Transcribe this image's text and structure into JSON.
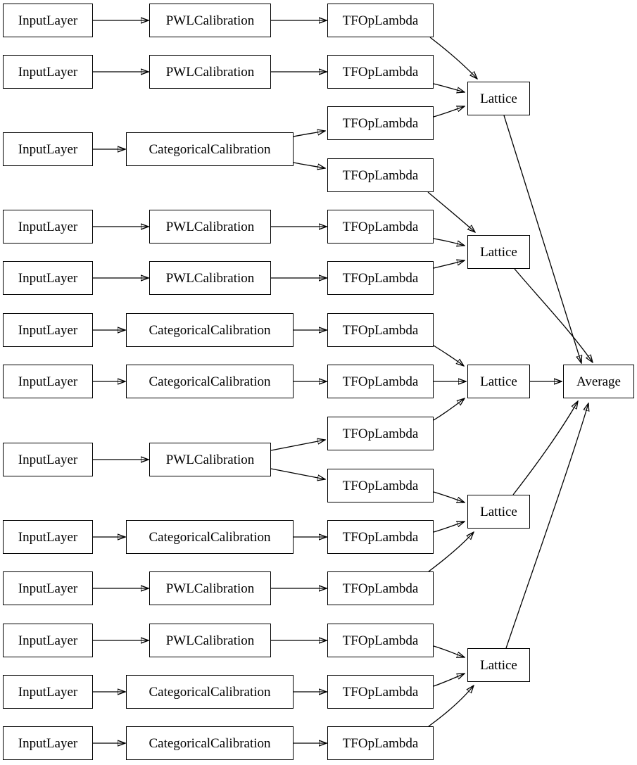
{
  "diagram": {
    "kind": "model-graph",
    "background": "#ffffff",
    "colors": {
      "node_border": "#000000",
      "edge": "#000000",
      "text": "#000000"
    }
  },
  "nodes": [
    {
      "id": "input_1",
      "label": "InputLayer"
    },
    {
      "id": "pwl_calib_1",
      "label": "PWLCalibration"
    },
    {
      "id": "tfop_1",
      "label": "TFOpLambda"
    },
    {
      "id": "input_2",
      "label": "InputLayer"
    },
    {
      "id": "pwl_calib_2",
      "label": "PWLCalibration"
    },
    {
      "id": "tfop_2",
      "label": "TFOpLambda"
    },
    {
      "id": "tfop_3",
      "label": "TFOpLambda"
    },
    {
      "id": "input_3",
      "label": "InputLayer"
    },
    {
      "id": "cat_calib_3",
      "label": "CategoricalCalibration"
    },
    {
      "id": "tfop_4",
      "label": "TFOpLambda"
    },
    {
      "id": "input_4",
      "label": "InputLayer"
    },
    {
      "id": "pwl_calib_4",
      "label": "PWLCalibration"
    },
    {
      "id": "tfop_5",
      "label": "TFOpLambda"
    },
    {
      "id": "input_5",
      "label": "InputLayer"
    },
    {
      "id": "pwl_calib_5",
      "label": "PWLCalibration"
    },
    {
      "id": "tfop_6",
      "label": "TFOpLambda"
    },
    {
      "id": "input_6",
      "label": "InputLayer"
    },
    {
      "id": "cat_calib_6",
      "label": "CategoricalCalibration"
    },
    {
      "id": "tfop_7",
      "label": "TFOpLambda"
    },
    {
      "id": "input_7",
      "label": "InputLayer"
    },
    {
      "id": "cat_calib_7",
      "label": "CategoricalCalibration"
    },
    {
      "id": "tfop_8",
      "label": "TFOpLambda"
    },
    {
      "id": "tfop_9",
      "label": "TFOpLambda"
    },
    {
      "id": "input_8",
      "label": "InputLayer"
    },
    {
      "id": "pwl_calib_8",
      "label": "PWLCalibration"
    },
    {
      "id": "tfop_10",
      "label": "TFOpLambda"
    },
    {
      "id": "input_9",
      "label": "InputLayer"
    },
    {
      "id": "cat_calib_9",
      "label": "CategoricalCalibration"
    },
    {
      "id": "tfop_11",
      "label": "TFOpLambda"
    },
    {
      "id": "input_10",
      "label": "InputLayer"
    },
    {
      "id": "pwl_calib_10",
      "label": "PWLCalibration"
    },
    {
      "id": "tfop_12",
      "label": "TFOpLambda"
    },
    {
      "id": "input_11",
      "label": "InputLayer"
    },
    {
      "id": "pwl_calib_11",
      "label": "PWLCalibration"
    },
    {
      "id": "tfop_13",
      "label": "TFOpLambda"
    },
    {
      "id": "input_12",
      "label": "InputLayer"
    },
    {
      "id": "cat_calib_12",
      "label": "CategoricalCalibration"
    },
    {
      "id": "tfop_14",
      "label": "TFOpLambda"
    },
    {
      "id": "input_13",
      "label": "InputLayer"
    },
    {
      "id": "cat_calib_13",
      "label": "CategoricalCalibration"
    },
    {
      "id": "tfop_15",
      "label": "TFOpLambda"
    },
    {
      "id": "lattice_1",
      "label": "Lattice"
    },
    {
      "id": "lattice_2",
      "label": "Lattice"
    },
    {
      "id": "lattice_3",
      "label": "Lattice"
    },
    {
      "id": "lattice_4",
      "label": "Lattice"
    },
    {
      "id": "lattice_5",
      "label": "Lattice"
    },
    {
      "id": "average",
      "label": "Average"
    }
  ],
  "edges": [
    {
      "from": "input_1",
      "to": "pwl_calib_1"
    },
    {
      "from": "input_2",
      "to": "pwl_calib_2"
    },
    {
      "from": "input_3",
      "to": "cat_calib_3"
    },
    {
      "from": "input_4",
      "to": "pwl_calib_4"
    },
    {
      "from": "input_5",
      "to": "pwl_calib_5"
    },
    {
      "from": "input_6",
      "to": "cat_calib_6"
    },
    {
      "from": "input_7",
      "to": "cat_calib_7"
    },
    {
      "from": "input_8",
      "to": "pwl_calib_8"
    },
    {
      "from": "input_9",
      "to": "cat_calib_9"
    },
    {
      "from": "input_10",
      "to": "pwl_calib_10"
    },
    {
      "from": "input_11",
      "to": "pwl_calib_11"
    },
    {
      "from": "input_12",
      "to": "cat_calib_12"
    },
    {
      "from": "input_13",
      "to": "cat_calib_13"
    },
    {
      "from": "pwl_calib_1",
      "to": "tfop_1"
    },
    {
      "from": "pwl_calib_2",
      "to": "tfop_2"
    },
    {
      "from": "cat_calib_3",
      "to": "tfop_3"
    },
    {
      "from": "cat_calib_3",
      "to": "tfop_4"
    },
    {
      "from": "pwl_calib_4",
      "to": "tfop_5"
    },
    {
      "from": "pwl_calib_5",
      "to": "tfop_6"
    },
    {
      "from": "cat_calib_6",
      "to": "tfop_7"
    },
    {
      "from": "cat_calib_7",
      "to": "tfop_8"
    },
    {
      "from": "pwl_calib_8",
      "to": "tfop_9"
    },
    {
      "from": "pwl_calib_8",
      "to": "tfop_10"
    },
    {
      "from": "cat_calib_9",
      "to": "tfop_11"
    },
    {
      "from": "pwl_calib_10",
      "to": "tfop_12"
    },
    {
      "from": "pwl_calib_11",
      "to": "tfop_13"
    },
    {
      "from": "cat_calib_12",
      "to": "tfop_14"
    },
    {
      "from": "cat_calib_13",
      "to": "tfop_15"
    },
    {
      "from": "tfop_1",
      "to": "lattice_1"
    },
    {
      "from": "tfop_2",
      "to": "lattice_1"
    },
    {
      "from": "tfop_3",
      "to": "lattice_1"
    },
    {
      "from": "tfop_4",
      "to": "lattice_2"
    },
    {
      "from": "tfop_5",
      "to": "lattice_2"
    },
    {
      "from": "tfop_6",
      "to": "lattice_2"
    },
    {
      "from": "tfop_7",
      "to": "lattice_3"
    },
    {
      "from": "tfop_8",
      "to": "lattice_3"
    },
    {
      "from": "tfop_9",
      "to": "lattice_3"
    },
    {
      "from": "tfop_10",
      "to": "lattice_4"
    },
    {
      "from": "tfop_11",
      "to": "lattice_4"
    },
    {
      "from": "tfop_12",
      "to": "lattice_4"
    },
    {
      "from": "tfop_13",
      "to": "lattice_5"
    },
    {
      "from": "tfop_14",
      "to": "lattice_5"
    },
    {
      "from": "tfop_15",
      "to": "lattice_5"
    },
    {
      "from": "lattice_1",
      "to": "average"
    },
    {
      "from": "lattice_2",
      "to": "average"
    },
    {
      "from": "lattice_3",
      "to": "average"
    },
    {
      "from": "lattice_4",
      "to": "average"
    },
    {
      "from": "lattice_5",
      "to": "average"
    }
  ]
}
